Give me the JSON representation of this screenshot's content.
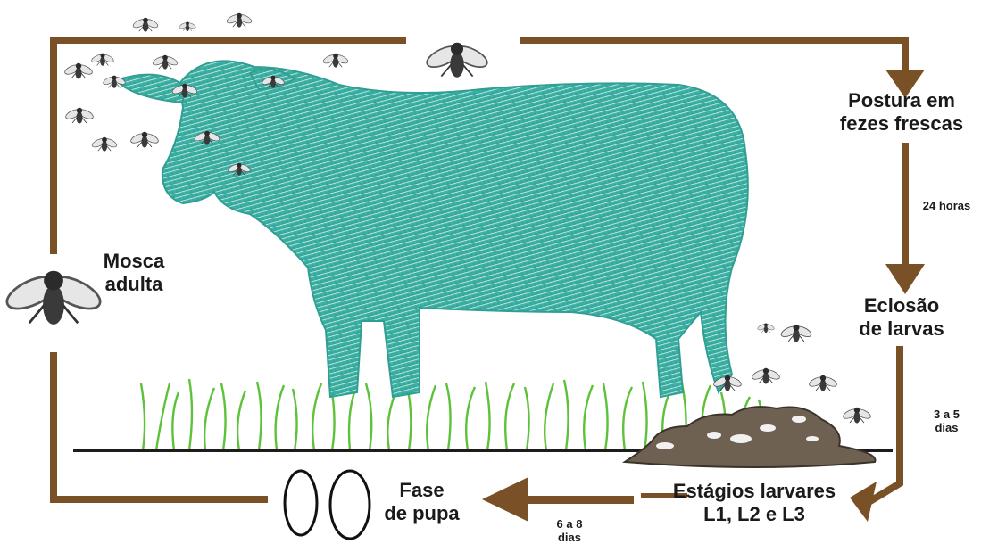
{
  "colors": {
    "arrow": "#7a5126",
    "cow": "#3fb5a8",
    "grass": "#5cc23a",
    "ground": "#1c1c1c",
    "manure": "#6e6151",
    "fly": "#333333"
  },
  "stages": {
    "postura": {
      "line1": "Postura em",
      "line2": "fezes frescas"
    },
    "eclosao": {
      "line1": "Eclosão",
      "line2": "de larvas"
    },
    "larvares": {
      "line1": "Estágios larvares",
      "line2": "L1, L2 e L3"
    },
    "pupa": {
      "line1": "Fase",
      "line2": "de pupa"
    },
    "adulta": {
      "line1": "Mosca",
      "line2": "adulta"
    }
  },
  "durations": {
    "d1": {
      "line1": "24 horas"
    },
    "d2": {
      "line1": "3 a 5",
      "line2": "dias"
    },
    "d3": {
      "line1": "6 a 8",
      "line2": "dias"
    }
  },
  "icons": [
    "fly-icon",
    "cow-illustration",
    "grass",
    "manure-pile",
    "pupa-icon",
    "arrow-icon"
  ]
}
